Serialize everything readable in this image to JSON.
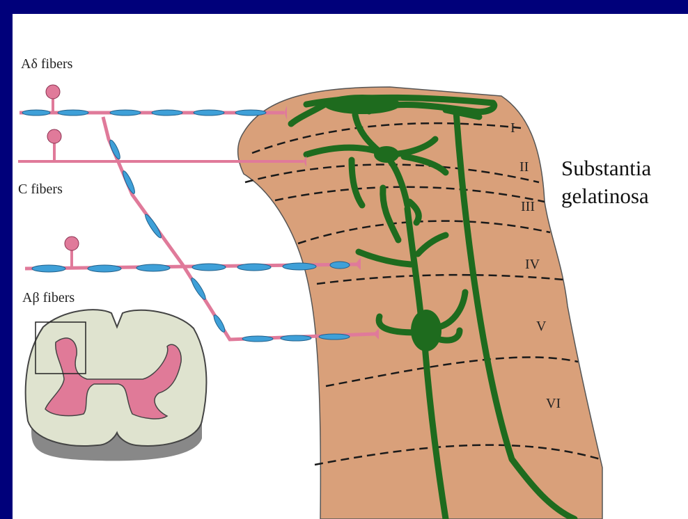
{
  "labels": {
    "a_delta": "Aδ fibers",
    "c_fibers": "C fibers",
    "a_beta": "Aβ fibers",
    "region_line1": "Substantia",
    "region_line2": "gelatinosa"
  },
  "laminae": [
    "I",
    "II",
    "III",
    "IV",
    "V",
    "VI"
  ],
  "colors": {
    "background": "#00007a",
    "tissue": "#d9a07a",
    "neuron": "#1e6b1e",
    "fiber": "#e07a9a",
    "myelin": "#3fa0d8",
    "cord_white": "#dfe3cf",
    "cord_gray": "#e07a98"
  }
}
